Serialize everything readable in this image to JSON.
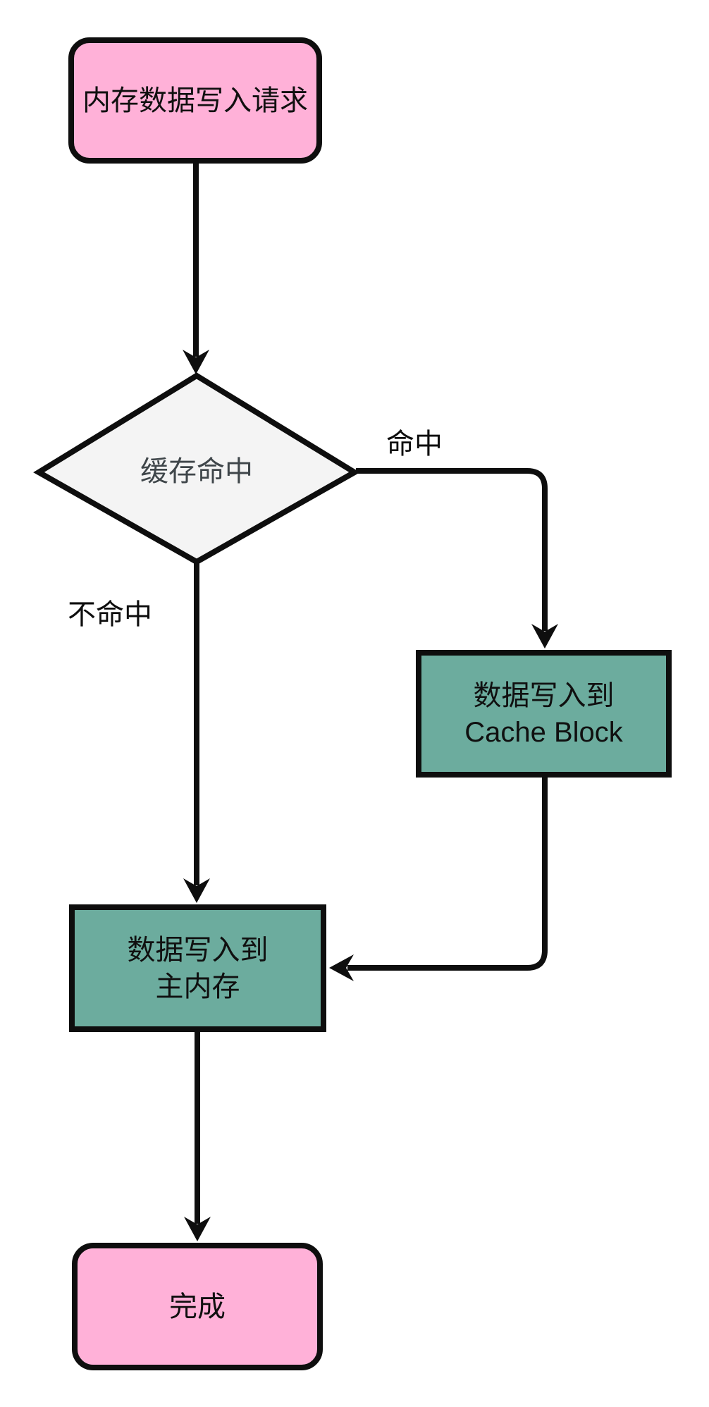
{
  "diagram": {
    "type": "flowchart",
    "background": "#ffffff",
    "nodes": {
      "start": {
        "label": "内存数据写入请求",
        "shape": "rounded-terminal",
        "fill": "#ffb1d8"
      },
      "decision": {
        "label": "缓存命中",
        "shape": "diamond",
        "fill": "#f4f4f4"
      },
      "cache_block": {
        "line1": "数据写入到",
        "line2": "Cache Block",
        "shape": "process-rect",
        "fill": "#6cac9e"
      },
      "main_memory": {
        "line1": "数据写入到",
        "line2": "主内存",
        "shape": "process-rect",
        "fill": "#6cac9e"
      },
      "done": {
        "label": "完成",
        "shape": "rounded-terminal",
        "fill": "#ffb1d8"
      }
    },
    "edge_labels": {
      "hit": "命中",
      "miss": "不命中"
    },
    "edges": [
      {
        "from": "内存数据写入请求",
        "to": "缓存命中",
        "label": ""
      },
      {
        "from": "缓存命中",
        "to": "数据写入到 Cache Block",
        "label": "命中"
      },
      {
        "from": "缓存命中",
        "to": "数据写入到 主内存",
        "label": "不命中"
      },
      {
        "from": "数据写入到 Cache Block",
        "to": "数据写入到 主内存",
        "label": ""
      },
      {
        "from": "数据写入到 主内存",
        "to": "完成",
        "label": ""
      }
    ],
    "colors": {
      "terminal_fill": "#ffb1d8",
      "process_fill": "#6cac9e",
      "decision_fill": "#f4f4f4",
      "line": "#0e0e0e",
      "decision_text": "#3f464a",
      "node_text": "#101010"
    }
  }
}
